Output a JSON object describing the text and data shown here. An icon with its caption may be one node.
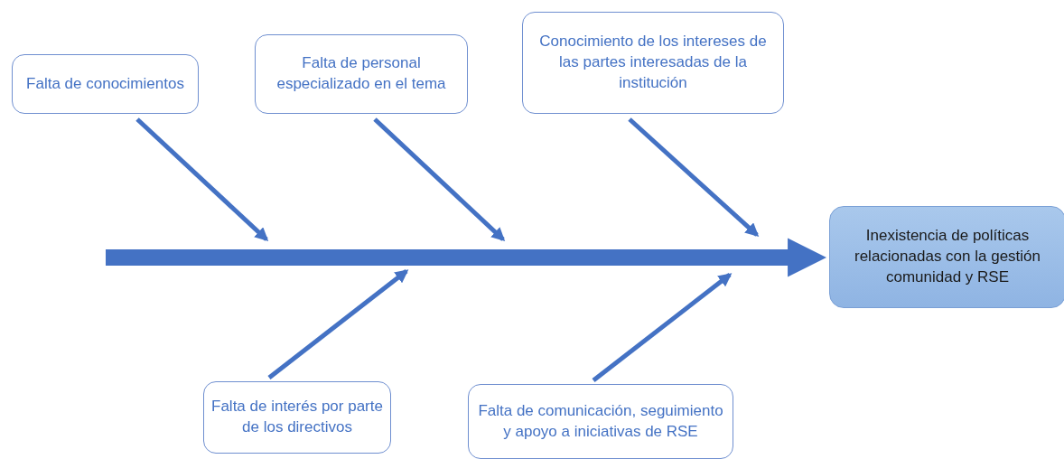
{
  "diagram": {
    "nodes": [
      {
        "text": [
          "Falta de conocimientos"
        ]
      },
      {
        "text": [
          "Falta de personal especializado en el tema"
        ]
      },
      {
        "text": [
          "Conocimiento de los intereses de las partes interesadas de la institución"
        ]
      },
      {
        "text": [
          "Inexistencia de políticas relacionadas con la gestión comunidad y RSE"
        ]
      },
      {
        "text": [
          "Falta de interés por parte de los directivos"
        ]
      },
      {
        "text": [
          "Falta de comunicación, seguimiento y apoyo a iniciativas de RSE"
        ]
      }
    ],
    "edges": [
      {
        "from": 0,
        "to": null,
        "arrow": "to"
      },
      {
        "from": 1,
        "to": null,
        "arrow": "to"
      },
      {
        "from": 2,
        "to": null,
        "arrow": "to"
      },
      {
        "from": 4,
        "to": null,
        "arrow": "to"
      },
      {
        "from": 5,
        "to": null,
        "arrow": "to"
      },
      {
        "from": null,
        "to": 3,
        "arrow": "to",
        "style": "thick"
      }
    ]
  }
}
